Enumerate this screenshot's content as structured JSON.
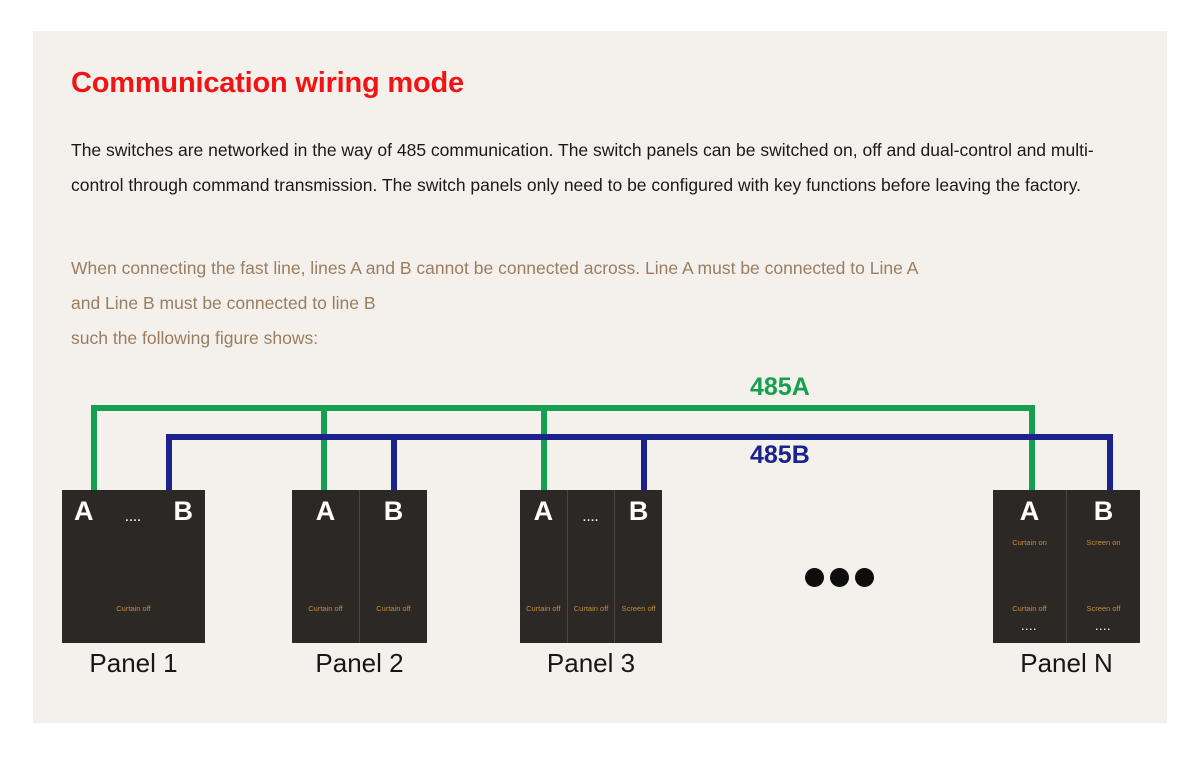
{
  "card": {
    "title": "Communication wiring mode",
    "intro_paragraph": "The switches are networked in the way of 485 communication. The switch panels can be switched on, off and dual-control and multi-control through command transmission. The switch panels only need to be configured with key functions before leaving the factory.",
    "warning_line1": "When connecting the fast line, lines A and B cannot be connected across. Line A must be connected to Line A",
    "warning_line2": "and Line B must be connected to line B",
    "warning_line3": "such the following figure shows:",
    "colors": {
      "background": "#f4f1ed",
      "title": "#f01414",
      "body_text": "#1a1a1a",
      "warning_text": "#9c7d5f",
      "bus_a": "#15a04f",
      "bus_b": "#1b228c",
      "panel_body": "#2b2825",
      "panel_function_text": "#c98b3c"
    }
  },
  "diagram": {
    "bus_a_label": "485A",
    "bus_b_label": "485B",
    "terminal_a": "A",
    "terminal_b": "B",
    "dots_short": "....",
    "continuation_dots_count": 3,
    "panels": [
      {
        "name": "Panel 1",
        "label": "Panel 1",
        "terminal_left": "A",
        "terminal_right": "B",
        "top_dots": "....",
        "subpanels": [
          {
            "off_label": "Curtain off"
          }
        ]
      },
      {
        "name": "Panel 2",
        "label": "Panel 2",
        "terminal_left": "A",
        "terminal_right": "B",
        "subpanels": [
          {
            "off_label": "Curtain off"
          },
          {
            "off_label": "Curtain off"
          }
        ]
      },
      {
        "name": "Panel 3",
        "label": "Panel 3",
        "terminal_left": "A",
        "terminal_right": "B",
        "top_dots": "....",
        "subpanels": [
          {
            "off_label": "Curtain off"
          },
          {
            "off_label": "Curtain off"
          },
          {
            "off_label": "Screen off"
          }
        ]
      },
      {
        "name": "Panel N",
        "label": "Panel N",
        "terminal_left": "A",
        "terminal_right": "B",
        "subpanels": [
          {
            "on_label": "Curtain on",
            "off_label": "Curtain off",
            "more_dots": "...."
          },
          {
            "on_label": "Screen on",
            "off_label": "Screen off",
            "more_dots": "...."
          }
        ]
      }
    ]
  }
}
